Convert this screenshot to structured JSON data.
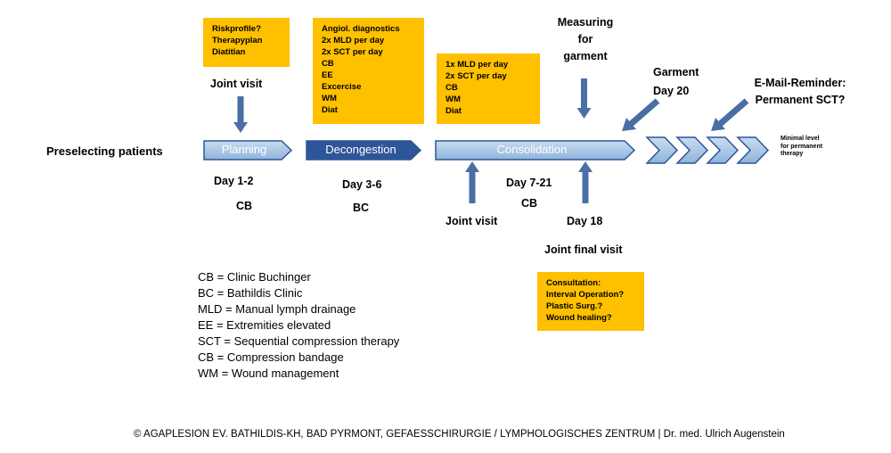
{
  "left_label": "Preselecting patients",
  "phases": [
    {
      "label": "Planning",
      "day": "Day 1-2",
      "site": "CB"
    },
    {
      "label": "Decongestion",
      "day": "Day 3-6",
      "site": "BC"
    },
    {
      "label": "Consolidation",
      "day": "Day 7-21",
      "site": "CB"
    }
  ],
  "boxes": {
    "planning": [
      "Riskprofile?",
      "Therapyplan",
      "Diatitian"
    ],
    "decongestion": [
      "Angiol. diagnostics",
      "2x  MLD per day",
      "2x  SCT per day",
      "CB",
      "EE",
      "Excercise",
      "WM",
      "Diat"
    ],
    "consolidation": [
      "1x MLD per day",
      "2x SCT per day",
      "CB",
      "WM",
      "Diat"
    ],
    "final": [
      "Consultation:",
      "Interval Operation?",
      "Plastic Surg.?",
      "Wound healing?"
    ]
  },
  "labels": {
    "joint_visit_top": "Joint visit",
    "measuring": [
      "Measuring",
      "for",
      "garment"
    ],
    "garment": [
      "Garment",
      "Day 20"
    ],
    "email": [
      "E-Mail-Reminder:",
      "Permanent SCT?"
    ],
    "joint_visit_bottom": "Joint visit",
    "day18": "Day 18",
    "joint_final": "Joint final visit"
  },
  "minimal_level": [
    "Minimal level",
    "for permanent",
    "therapy"
  ],
  "legend": [
    "CB = Clinic Buchinger",
    "BC = Bathildis Clinic",
    "MLD = Manual lymph drainage",
    "EE = Extremities elevated",
    "SCT = Sequential compression therapy",
    "CB = Compression bandage",
    "WM = Wound management"
  ],
  "footer": "© AGAPLESION EV. BATHILDIS-KH, BAD PYRMONT, GEFAESSCHIRURGIE / LYMPHOLOGISCHES ZENTRUM | Dr. med. Ulrich Augenstein",
  "colors": {
    "box": "#ffc000",
    "arrow_light": "#9dc3e6",
    "arrow_dark": "#2e5597",
    "pointer": "#4a6fa5"
  }
}
